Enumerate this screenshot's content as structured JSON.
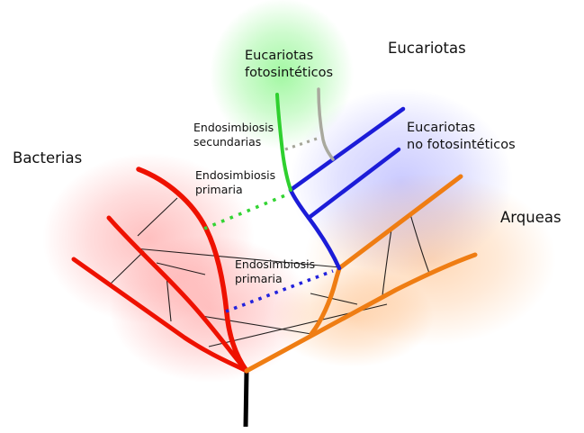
{
  "figure": {
    "type": "phylogenetic-tree-of-life-diagram",
    "language": "es",
    "background": "#ffffff"
  },
  "labels": {
    "bacterias": "Bacterias",
    "eucariotas": "Eucariotas",
    "arqueas": "Arqueas",
    "eucariotas_fotosinteticos": {
      "line1": "Eucariotas",
      "line2": "fotosintéticos"
    },
    "eucariotas_no_fotosinteticos": {
      "line1": "Eucariotas",
      "line2": "no fotosintéticos"
    },
    "endosimbiosis_secundarias": {
      "line1": "Endosimbiosis",
      "line2": "secundarias"
    },
    "endosimbiosis_primaria_superior": {
      "line1": "Endosimbiosis",
      "line2": "primaria"
    },
    "endosimbiosis_primaria_inferior": {
      "line1": "Endosimbiosis",
      "line2": "primaria"
    }
  },
  "colors": {
    "bacteria_branch": "#ee1100",
    "archaea_branch": "#ef7d13",
    "eukaryote_branch": "#1c1cd8",
    "photosynthetic_eukaryote_branch": "#2fd02f",
    "secondary_host_branch": "#a9a99e",
    "primary_endosymbiosis_green_dots": "#33d433",
    "primary_endosymbiosis_blue_dots": "#2222dd",
    "secondary_endosymbiosis_gray_dots": "#a5a599",
    "trunk": "#000000",
    "gene_transfer_lines": "#000000",
    "text": "#111111",
    "glow_red": "#ff2a2a",
    "glow_green": "#22ee22",
    "glow_blue": "#5050ff",
    "glow_orange": "#ff8c28"
  }
}
